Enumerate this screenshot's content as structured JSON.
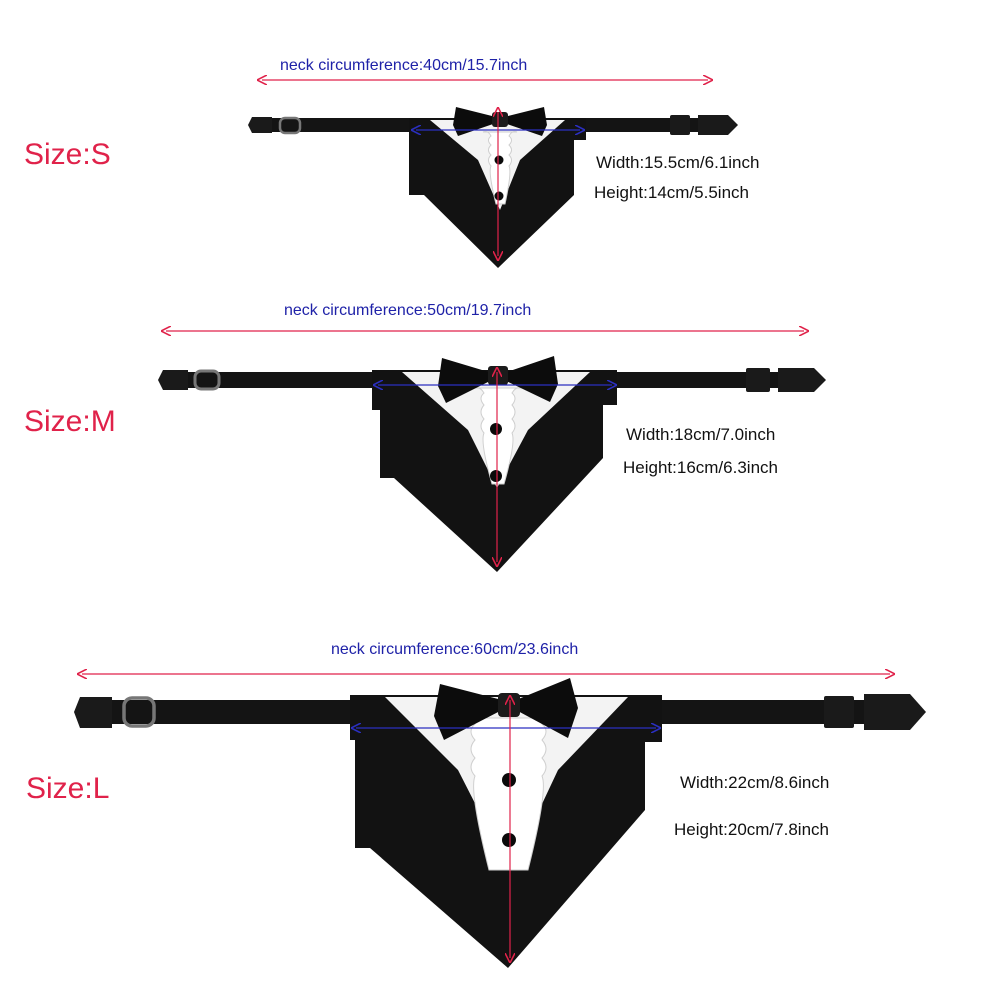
{
  "colors": {
    "size_label": "#e0224a",
    "neck_label": "#1f22a8",
    "circumference_arrow": "#e0224a",
    "width_arrow": "#2b2fc0",
    "height_arrow": "#e0224a",
    "tuxedo": "#111111",
    "shirt": "#f2f2f2"
  },
  "sizes": [
    {
      "label": "Size:S",
      "neck_circumference": "neck circumference:40cm/15.7inch",
      "width": "Width:15.5cm/6.1inch",
      "height": "Height:14cm/5.5inch"
    },
    {
      "label": "Size:M",
      "neck_circumference": "neck circumference:50cm/19.7inch",
      "width": "Width:18cm/7.0inch",
      "height": "Height:16cm/6.3inch"
    },
    {
      "label": "Size:L",
      "neck_circumference": "neck circumference:60cm/23.6inch",
      "width": "Width:22cm/8.6inch",
      "height": "Height:20cm/7.8inch"
    }
  ]
}
